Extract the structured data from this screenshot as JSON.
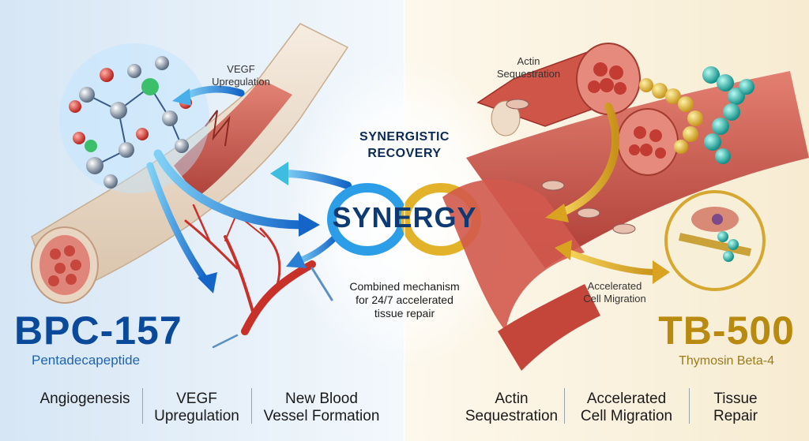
{
  "colors": {
    "left_bg": "#e3eef8",
    "right_bg": "#faf1dc",
    "bpc_blue": "#0b4a9a",
    "tb_gold": "#b88b10",
    "arrow_blue": "#1e90e0",
    "arrow_gold": "#e0b020",
    "muscle_red": "#c8453c",
    "tendon_cream": "#efe2d0"
  },
  "center": {
    "title_line1": "SYNERGISTIC",
    "title_line2": "RECOVERY",
    "synergy": "SYNERGY",
    "combined_line1": "Combined mechanism",
    "combined_line2": "for 24/7 accelerated",
    "combined_line3": "tissue repair"
  },
  "left": {
    "callout_line1": "VEGF",
    "callout_line2": "Upregulation",
    "name": "BPC-157",
    "subtitle": "Pentadecapeptide",
    "features": [
      {
        "line1": "Angiogenesis",
        "line2": ""
      },
      {
        "line1": "VEGF",
        "line2": "Upregulation"
      },
      {
        "line1": "New Blood",
        "line2": "Vessel Formation"
      }
    ]
  },
  "right": {
    "callout_top_line1": "Actin",
    "callout_top_line2": "Sequestration",
    "callout_bottom_line1": "Accelerated",
    "callout_bottom_line2": "Cell Migration",
    "name": "TB-500",
    "subtitle": "Thymosin Beta-4",
    "features": [
      {
        "line1": "Actin",
        "line2": "Sequestration"
      },
      {
        "line1": "Accelerated",
        "line2": "Cell Migration"
      },
      {
        "line1": "Tissue",
        "line2": "Repair"
      }
    ]
  }
}
